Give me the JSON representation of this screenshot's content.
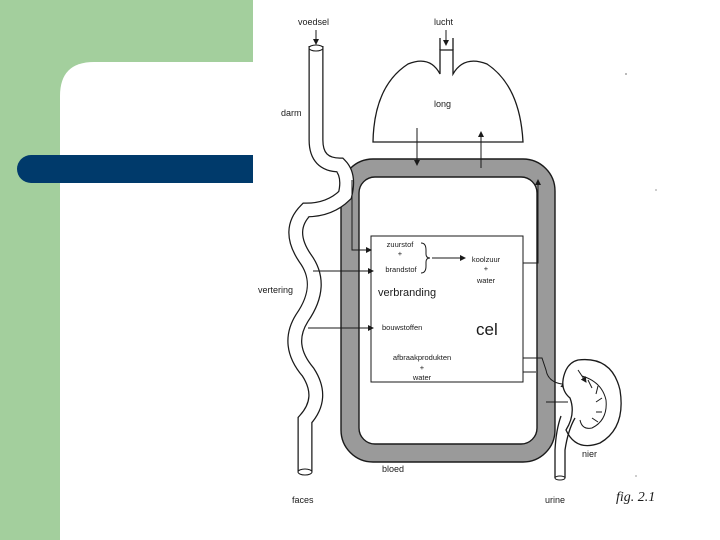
{
  "colors": {
    "side_panel": "#a3cf9d",
    "accent_bar": "#003a6b",
    "ink": "#1a1a1a",
    "blood_band": "#9a9a9a"
  },
  "diagram": {
    "inputs": {
      "food": "voedsel",
      "air": "lucht"
    },
    "organs": {
      "lung": "long",
      "intestine": "darm",
      "kidney": "nier",
      "blood": "bloed"
    },
    "process": "vertering",
    "cell": {
      "label": "cel",
      "inputs": {
        "oxygen": "zuurstof",
        "plus": "+",
        "fuel": "brandstof"
      },
      "combustion": "verbranding",
      "products": {
        "co2": "koolzuur",
        "plus": "+",
        "water": "water"
      },
      "building_blocks": "bouwstoffen",
      "waste": {
        "breakdown": "afbraakprodukten",
        "plus": "+",
        "water": "water"
      }
    },
    "outputs": {
      "feces": "faces",
      "urine": "urine"
    },
    "caption": "fig. 2.1"
  }
}
